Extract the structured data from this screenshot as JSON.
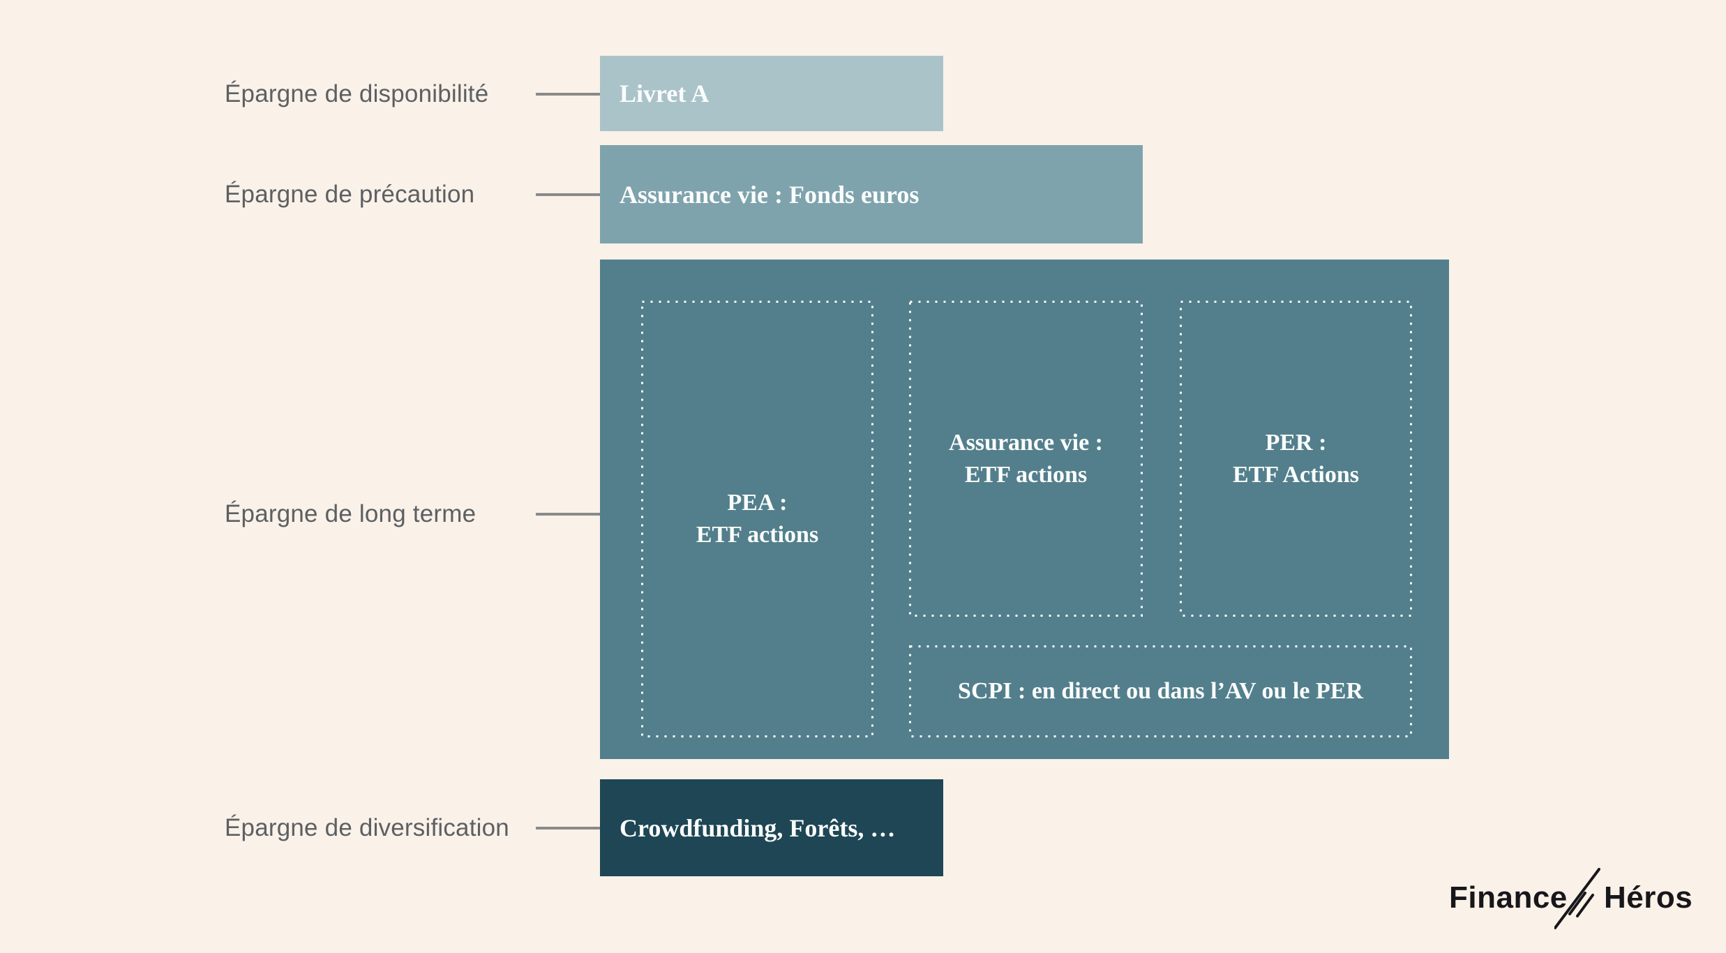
{
  "labels": {
    "disponibilite": "Épargne de disponibilité",
    "precaution": "Épargne de précaution",
    "long_terme": "Épargne de long terme",
    "diversification": "Épargne de diversification"
  },
  "boxes": {
    "livret_a": "Livret A",
    "av_fonds_euros": "Assurance vie : Fonds euros",
    "pea": {
      "line1": "PEA :",
      "line2": "ETF actions"
    },
    "av_etf": {
      "line1": "Assurance vie :",
      "line2": "ETF actions"
    },
    "per": {
      "line1": "PER :",
      "line2": "ETF Actions"
    },
    "scpi": "SCPI : en direct ou dans l’AV ou le PER",
    "diversification": "Crowdfunding, Forêts, …"
  },
  "logo": {
    "word1": "Finance",
    "word2": "Héros"
  },
  "colors": {
    "background": "#FAF1E8",
    "box_livret": "#A9C3C9",
    "box_fonds_euros": "#7FA3AD",
    "box_long_terme": "#537F8C",
    "box_diversification": "#1E4654",
    "box_text": "#FBFDFD",
    "label_text": "#5C6063",
    "connector": "#8A8A8A",
    "dotted_border": "#FFFFFF",
    "logo_text": "#17171B"
  }
}
